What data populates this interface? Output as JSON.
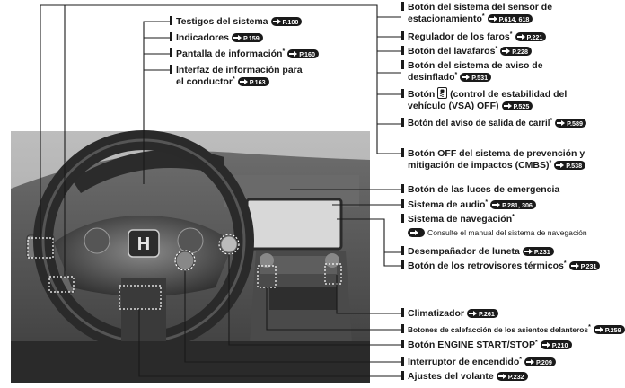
{
  "labels": {
    "testigos": {
      "text": "Testigos del sistema",
      "ref": "P.100"
    },
    "indicadores": {
      "text": "Indicadores",
      "ref": "P.159"
    },
    "pantalla": {
      "text": "Pantalla de información",
      "ref": "P.160",
      "asterisk": "*"
    },
    "interfaz_1": {
      "text": "Interfaz de información para"
    },
    "interfaz_2": {
      "text": "el conductor",
      "ref": "P.163",
      "asterisk": "*"
    },
    "sensor_1": {
      "text": "Botón del sistema del sensor de"
    },
    "sensor_2": {
      "text": "estacionamiento",
      "ref": "P.614, 618",
      "asterisk": "*"
    },
    "regulador": {
      "text": "Regulador de los faros",
      "ref": "P.221",
      "asterisk": "*"
    },
    "lavafaros": {
      "text": "Botón del lavafaros",
      "ref": "P.228",
      "asterisk": "*"
    },
    "desinflado_1": {
      "text": "Botón del sistema de aviso de"
    },
    "desinflado_2": {
      "text": "desinflado",
      "ref": "P.531",
      "asterisk": "*"
    },
    "vsa_1_pre": {
      "text": "Botón"
    },
    "vsa_1_post": {
      "text": "(control de estabilidad del"
    },
    "vsa_2": {
      "text": "vehículo (VSA) OFF)",
      "ref": "P.525"
    },
    "carril": {
      "text": "Botón del aviso de salida de carril",
      "ref": "P.589",
      "asterisk": "*"
    },
    "cmbs_1": {
      "text": "Botón OFF del sistema de prevención y"
    },
    "cmbs_2": {
      "text": "mitigación de impactos (CMBS)",
      "ref": "P.538",
      "asterisk": "*"
    },
    "emergencia": {
      "text": "Botón de las luces de emergencia"
    },
    "audio": {
      "text": "Sistema de audio",
      "ref": "P.281, 306",
      "asterisk": "*"
    },
    "navegacion": {
      "text": "Sistema de navegación",
      "asterisk": "*"
    },
    "nav_note": {
      "text": "Consulte el manual del sistema de navegación"
    },
    "luneta": {
      "text": "Desempañador de luneta",
      "ref": "P.231"
    },
    "retrovisores": {
      "text": "Botón de los retrovisores térmicos",
      "ref": "P.231",
      "asterisk": "*"
    },
    "climatizador": {
      "text": "Climatizador",
      "ref": "P.261"
    },
    "asientos": {
      "text": "Botones de calefacción de los asientos delanteros",
      "ref": "P.259",
      "asterisk": "*"
    },
    "engine": {
      "text": "Botón ENGINE START/STOP",
      "ref": "P.210",
      "asterisk": "*"
    },
    "encendido": {
      "text": "Interruptor de encendido",
      "ref": "P.209",
      "asterisk": "*"
    },
    "volante": {
      "text": "Ajustes del volante",
      "ref": "P.232"
    }
  },
  "colors": {
    "ink": "#1a1a1a",
    "paper": "#ffffff"
  },
  "icons": {
    "vsa": "vsa-skid-icon",
    "ref": "page-reference-arrow-icon"
  }
}
